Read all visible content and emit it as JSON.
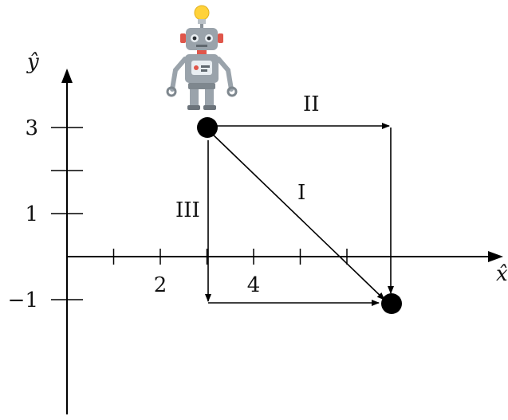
{
  "axes": {
    "x_label": "x̂",
    "y_label": "ŷ"
  },
  "x_ticks": [
    {
      "value": 1,
      "label": ""
    },
    {
      "value": 2,
      "label": "2"
    },
    {
      "value": 3,
      "label": ""
    },
    {
      "value": 4,
      "label": "4"
    },
    {
      "value": 5,
      "label": ""
    },
    {
      "value": 6,
      "label": ""
    }
  ],
  "y_ticks": [
    {
      "value": 3,
      "label": "3"
    },
    {
      "value": 2,
      "label": ""
    },
    {
      "value": 1,
      "label": "1"
    },
    {
      "value": -1,
      "label": "−1"
    }
  ],
  "points": {
    "start": {
      "x": 3,
      "y": 3
    },
    "end": {
      "x": 7,
      "y": -1
    }
  },
  "paths": [
    {
      "id": "I",
      "label": "I"
    },
    {
      "id": "II",
      "label": "II"
    },
    {
      "id": "III",
      "label": "III"
    }
  ],
  "icons": {
    "robot": "robot-icon",
    "bulb": "lightbulb-icon"
  },
  "colors": {
    "ink": "#000000",
    "robot_body": "#9aa3ab",
    "robot_accent": "#e0564a",
    "bulb": "#ffd23a"
  }
}
